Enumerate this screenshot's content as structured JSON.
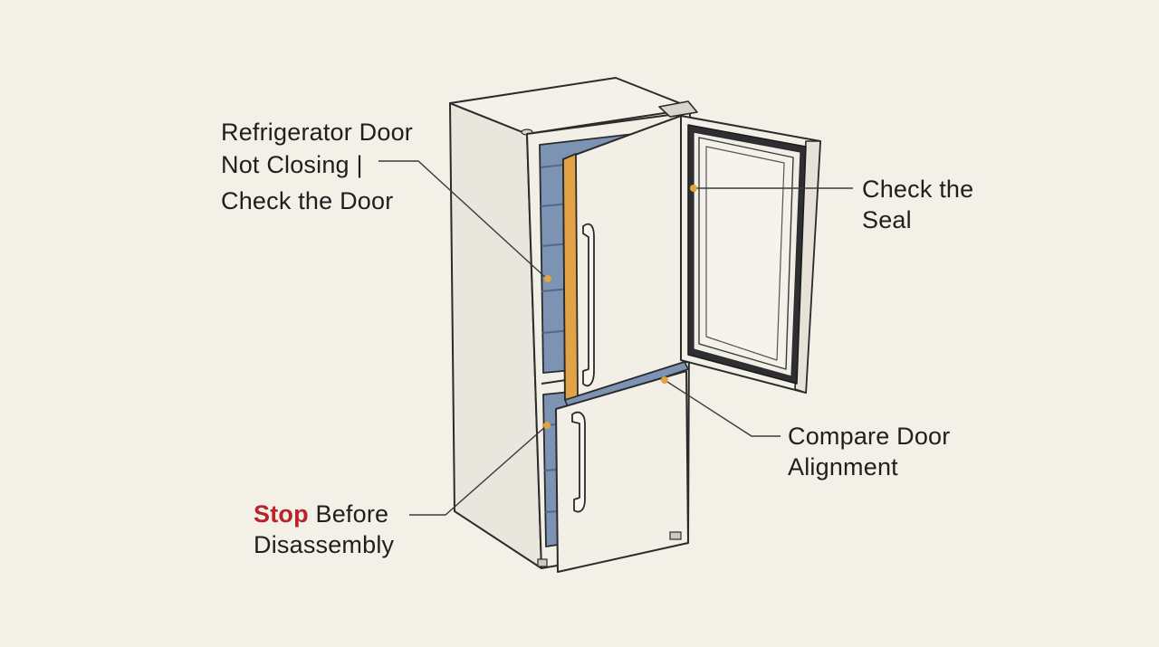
{
  "callouts": {
    "check_door": {
      "line1": "Refrigerator Door",
      "line2": "Not Closing |",
      "line3": "Check the Door"
    },
    "check_seal": {
      "line1": "Check the",
      "line2": "Seal"
    },
    "door_alignment": {
      "line1": "Compare Door",
      "line2": "Alignment"
    },
    "stop": {
      "emphasis": "Stop",
      "line1_rest": " Before",
      "line2": "Disassembly"
    }
  },
  "colors": {
    "background": "#f3f0e8",
    "outline": "#2b2b2b",
    "body_fill": "#efece4",
    "interior_fill": "#7c93b3",
    "highlight_orange": "#e2a245",
    "stop_red": "#b8232c",
    "text": "#1f1f1f"
  }
}
